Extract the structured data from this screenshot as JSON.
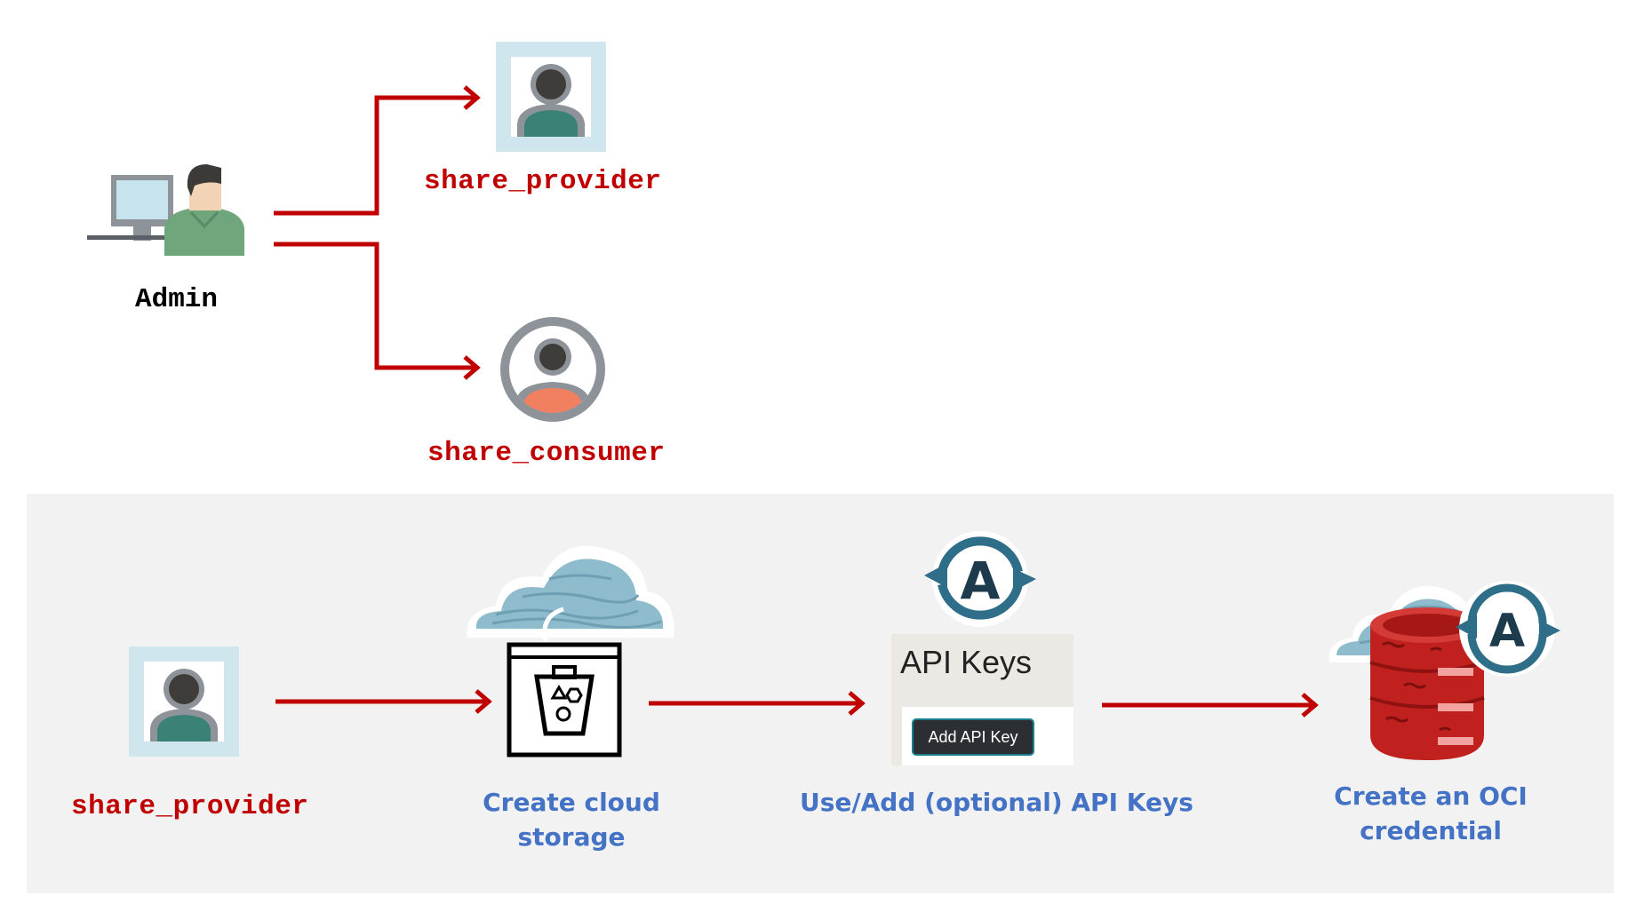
{
  "top": {
    "admin_label": "Admin",
    "provider_label": "share_provider",
    "consumer_label": "share_consumer"
  },
  "bottom": {
    "provider_label": "share_provider",
    "step_cloud_storage": [
      "Create cloud",
      "storage"
    ],
    "step_api_keys": "Use/Add (optional) API Keys",
    "step_credential": [
      "Create an OCI",
      "credential"
    ],
    "api_card_title": "API Keys",
    "api_card_button": "Add API Key"
  },
  "colors": {
    "arrow": "#c00000",
    "label_red": "#c00000",
    "label_blue": "#4472c4",
    "panel": "#f2f2f2"
  }
}
